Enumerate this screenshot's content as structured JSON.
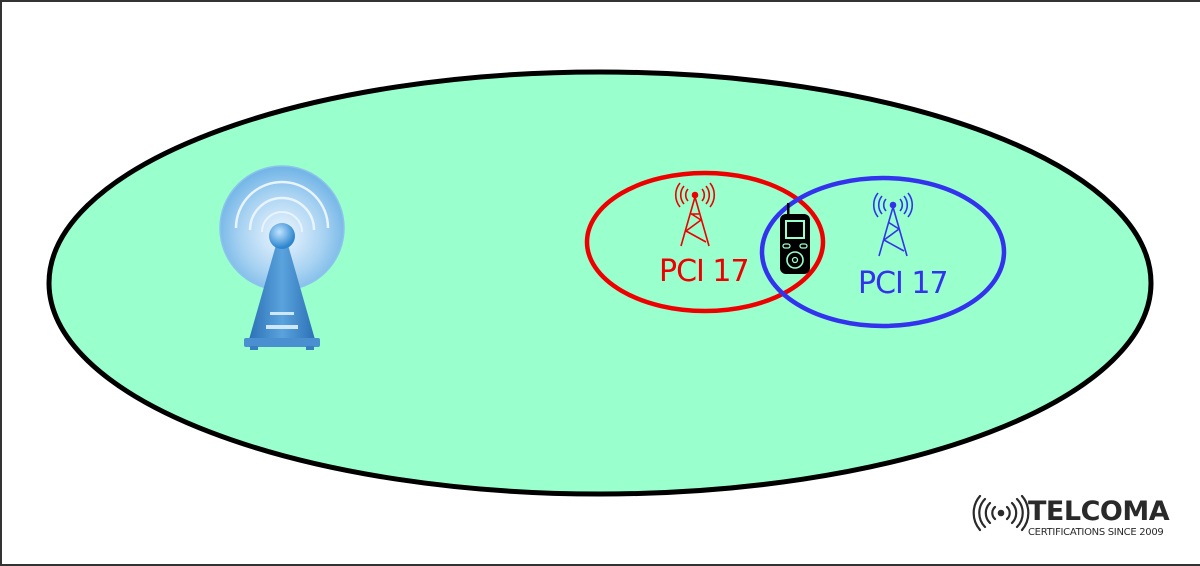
{
  "diagram": {
    "title": "",
    "macro_cell": {
      "shape": "ellipse",
      "fill": "#99ffcc",
      "stroke": "#000000",
      "icon": "macro-tower-icon"
    },
    "small_cells": [
      {
        "label": "PCI 17",
        "color": "#ee0000",
        "icon": "cell-tower-icon"
      },
      {
        "label": "PCI 17",
        "color": "#3333ee",
        "icon": "cell-tower-icon"
      }
    ],
    "device": {
      "icon": "mobile-device-icon"
    }
  },
  "branding": {
    "name": "TELCOMA",
    "tagline": "CERTIFICATIONS SINCE 2009",
    "icon": "broadcast-signal-icon"
  }
}
